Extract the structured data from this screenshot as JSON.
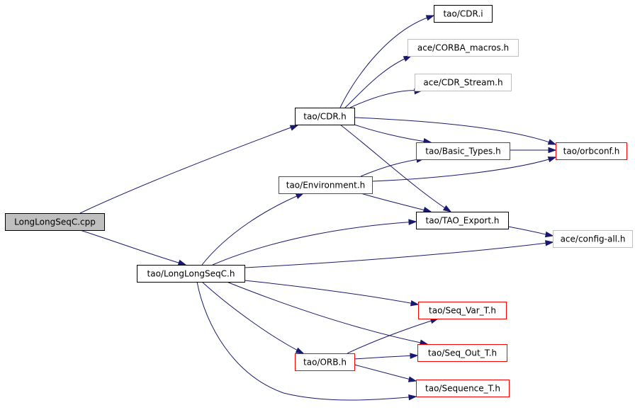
{
  "diagram": {
    "colors": {
      "edge": "#191970",
      "root_fill": "#bfbfbf",
      "default_border": "#000000",
      "truncated_border": "#ff0000",
      "external_border": "#bfbfbf"
    },
    "nodes": [
      {
        "id": "longlongseqc_cpp",
        "label": "LongLongSeqC.cpp",
        "kind": "root"
      },
      {
        "id": "tao_cdr_h",
        "label": "tao/CDR.h",
        "kind": "default"
      },
      {
        "id": "tao_cdr_i",
        "label": "tao/CDR.i",
        "kind": "default"
      },
      {
        "id": "ace_corba_macros_h",
        "label": "ace/CORBA_macros.h",
        "kind": "external"
      },
      {
        "id": "ace_cdr_stream_h",
        "label": "ace/CDR_Stream.h",
        "kind": "external"
      },
      {
        "id": "tao_basic_types_h",
        "label": "tao/Basic_Types.h",
        "kind": "truncated"
      },
      {
        "id": "tao_orbconf_h",
        "label": "tao/orbconf.h",
        "kind": "truncated"
      },
      {
        "id": "tao_environment_h",
        "label": "tao/Environment.h",
        "kind": "truncated"
      },
      {
        "id": "tao_tao_export_h",
        "label": "tao/TAO_Export.h",
        "kind": "default"
      },
      {
        "id": "ace_config_all_h",
        "label": "ace/config-all.h",
        "kind": "external"
      },
      {
        "id": "tao_longlongseqc_h",
        "label": "tao/LongLongSeqC.h",
        "kind": "default"
      },
      {
        "id": "tao_seq_var_t_h",
        "label": "tao/Seq_Var_T.h",
        "kind": "truncated"
      },
      {
        "id": "tao_seq_out_t_h",
        "label": "tao/Seq_Out_T.h",
        "kind": "truncated"
      },
      {
        "id": "tao_orb_h",
        "label": "tao/ORB.h",
        "kind": "truncated"
      },
      {
        "id": "tao_sequence_t_h",
        "label": "tao/Sequence_T.h",
        "kind": "truncated"
      }
    ],
    "edges": [
      {
        "from": "longlongseqc_cpp",
        "to": "tao_cdr_h"
      },
      {
        "from": "longlongseqc_cpp",
        "to": "tao_longlongseqc_h"
      },
      {
        "from": "tao_cdr_h",
        "to": "tao_cdr_i"
      },
      {
        "from": "tao_cdr_h",
        "to": "ace_corba_macros_h"
      },
      {
        "from": "tao_cdr_h",
        "to": "ace_cdr_stream_h"
      },
      {
        "from": "tao_cdr_h",
        "to": "tao_basic_types_h"
      },
      {
        "from": "tao_cdr_h",
        "to": "tao_orbconf_h"
      },
      {
        "from": "tao_cdr_h",
        "to": "tao_tao_export_h"
      },
      {
        "from": "tao_basic_types_h",
        "to": "tao_orbconf_h"
      },
      {
        "from": "tao_environment_h",
        "to": "tao_basic_types_h"
      },
      {
        "from": "tao_environment_h",
        "to": "tao_orbconf_h"
      },
      {
        "from": "tao_environment_h",
        "to": "tao_tao_export_h"
      },
      {
        "from": "tao_tao_export_h",
        "to": "ace_config_all_h"
      },
      {
        "from": "tao_longlongseqc_h",
        "to": "tao_environment_h"
      },
      {
        "from": "tao_longlongseqc_h",
        "to": "tao_tao_export_h"
      },
      {
        "from": "tao_longlongseqc_h",
        "to": "ace_config_all_h"
      },
      {
        "from": "tao_longlongseqc_h",
        "to": "tao_seq_var_t_h"
      },
      {
        "from": "tao_longlongseqc_h",
        "to": "tao_seq_out_t_h"
      },
      {
        "from": "tao_longlongseqc_h",
        "to": "tao_orb_h"
      },
      {
        "from": "tao_longlongseqc_h",
        "to": "tao_sequence_t_h"
      },
      {
        "from": "tao_orb_h",
        "to": "tao_seq_var_t_h"
      },
      {
        "from": "tao_orb_h",
        "to": "tao_seq_out_t_h"
      },
      {
        "from": "tao_orb_h",
        "to": "tao_sequence_t_h"
      }
    ]
  }
}
